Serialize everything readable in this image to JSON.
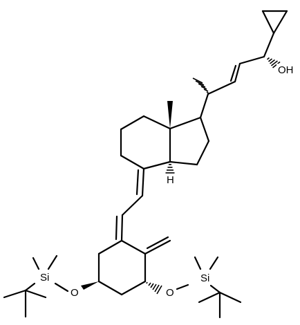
{
  "diagram": {
    "atom_labels": {
      "oh": "OH",
      "h": "H",
      "si_left": "Si",
      "o_left": "O",
      "si_right": "Si",
      "o_right": "O"
    }
  }
}
